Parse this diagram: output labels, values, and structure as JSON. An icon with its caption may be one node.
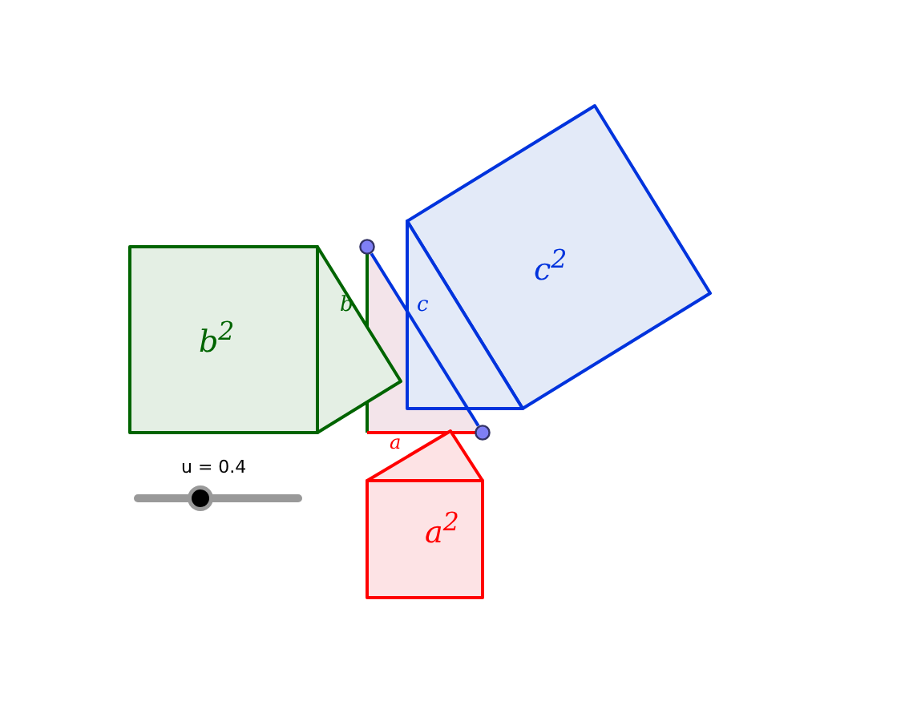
{
  "diagram": {
    "nodes": [
      {
        "text": [
          "b$^{2}$"
        ]
      },
      {
        "text": [
          "c$^{2}$"
        ]
      },
      {
        "text": [
          "a$^{2}$"
        ]
      },
      {
        "text": [],
        "shape": "circle"
      },
      {
        "text": [],
        "shape": "circle"
      }
    ],
    "edges": [
      {
        "from": 3,
        "to": 4,
        "arrow": "none",
        "label": "c",
        "color": "#0033dd"
      }
    ],
    "labels": [
      "b",
      "a",
      "u = 0.4"
    ]
  }
}
